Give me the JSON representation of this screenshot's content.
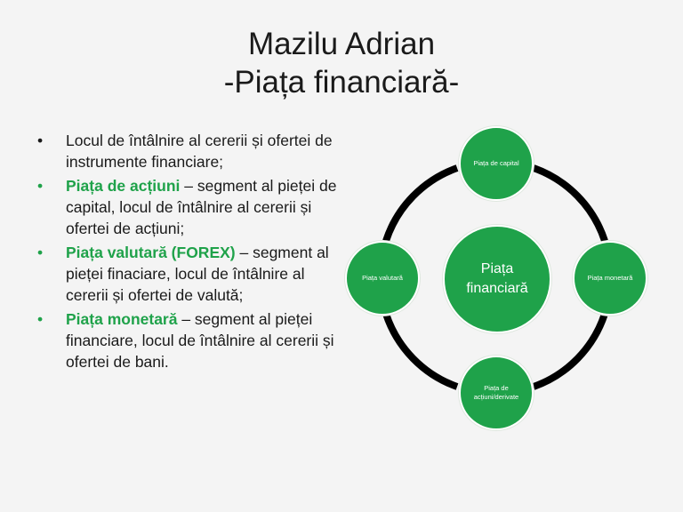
{
  "title": {
    "line1": "Mazilu Adrian",
    "line2": "-Piața financiară-"
  },
  "bullets": [
    {
      "bullet": "•",
      "highlight": "",
      "text": "Locul de întâlnire al cererii și ofertei de instrumente financiare;"
    },
    {
      "bullet": "•",
      "highlight": "Piața de acțiuni",
      "text": " – segment al pieței de capital, locul de întâlnire al cererii și ofertei de acțiuni;"
    },
    {
      "bullet": "•",
      "highlight": "Piața valutară (FOREX)",
      "text": " – segment al pieței finaciare, locul de întâlnire al cererii și ofertei de valută;"
    },
    {
      "bullet": "•",
      "highlight": "Piața monetară",
      "text": " – segment al pieței financiare, locul de întâlnire al cererii și ofertei de bani."
    }
  ],
  "diagram": {
    "center": "Piața financiară",
    "top": "Piața de capital",
    "right": "Piața monetară",
    "bottom": "Piața de acțiuni/derivate",
    "left": "Piața valutară"
  },
  "colors": {
    "accent": "#1fa24a",
    "ring": "#000000",
    "background": "#f4f4f4"
  }
}
